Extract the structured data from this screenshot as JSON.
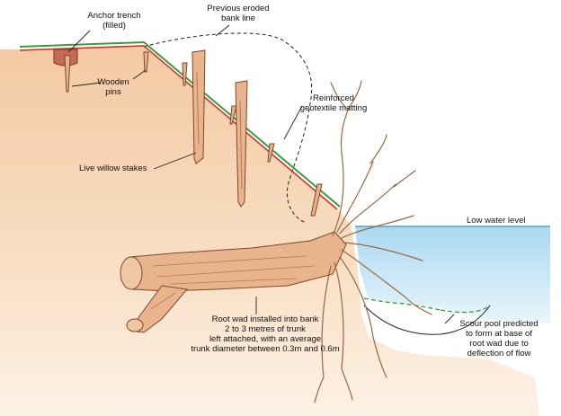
{
  "labels": {
    "anchor_trench": [
      "Anchor trench",
      "(filled)"
    ],
    "previous_bank_line": [
      "Previous eroded",
      "bank line"
    ],
    "wooden_pins": [
      "Wooden",
      "pins"
    ],
    "geotextile": [
      "Reinforced",
      "geotextile matting"
    ],
    "willow_stakes": [
      "Live willow stakes"
    ],
    "low_water_level": [
      "Low water level"
    ],
    "root_wad": [
      "Root wad installed into bank",
      "2 to 3 metres of trunk",
      "left attached, with an average",
      "trunk diameter between 0.3m and 0.6m"
    ],
    "scour_pool": [
      "Scour pool predicted",
      "to form at base of",
      "root wad due to",
      "deflection of flow"
    ]
  },
  "colors": {
    "soil": "#f6d9b8",
    "soil_edge": "#e8bd95",
    "matting_green": "#3f9a3a",
    "matting_red": "#c8372d",
    "water": "#c7e6f5",
    "water_line": "#4aa5d4",
    "wood": "#e9b48d",
    "wood_line": "#7a4a2a",
    "scour_line": "#3f9a3a"
  }
}
